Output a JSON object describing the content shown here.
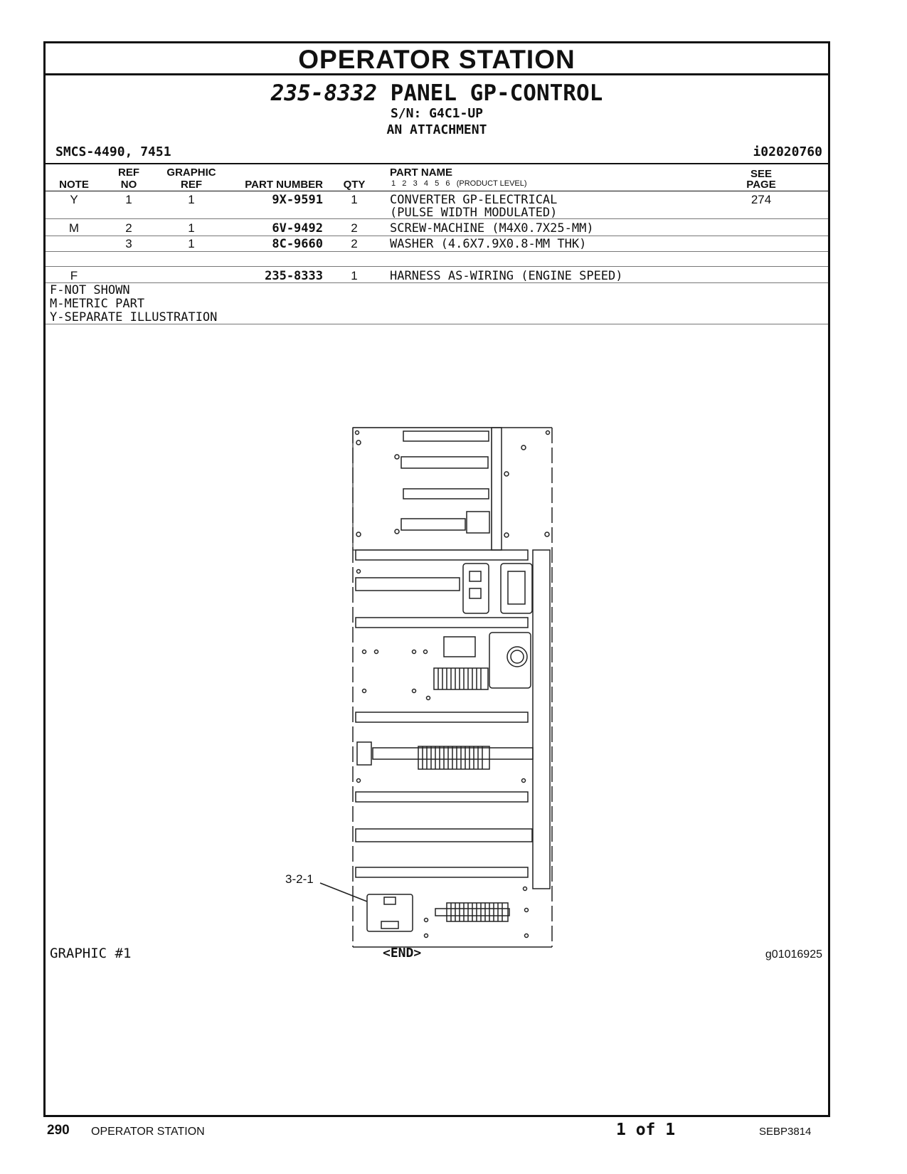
{
  "title": "OPERATOR STATION",
  "group": {
    "number": "235-8332",
    "name": "PANEL GP-CONTROL",
    "serial": "S/N: G4C1-UP",
    "type": "AN ATTACHMENT",
    "smcs": "SMCS-4490, 7451",
    "doc_id": "i02020760"
  },
  "table": {
    "headers": {
      "note": "NOTE",
      "ref_no_1": "REF",
      "ref_no_2": "NO",
      "graphic_ref_1": "GRAPHIC",
      "graphic_ref_2": "REF",
      "part_number": "PART NUMBER",
      "qty": "QTY",
      "part_name": "PART NAME",
      "product_level": "1   2   3   4   5   6   (PRODUCT LEVEL)",
      "see_page_1": "SEE",
      "see_page_2": "PAGE"
    },
    "rows": [
      {
        "note": "Y",
        "ref_no": "1",
        "graphic_ref": "1",
        "part_number": "9X-9591",
        "qty": "1",
        "name_1": "CONVERTER GP-ELECTRICAL",
        "name_2": "(PULSE WIDTH MODULATED)",
        "see_page": "274"
      },
      {
        "note": "M",
        "ref_no": "2",
        "graphic_ref": "1",
        "part_number": "6V-9492",
        "qty": "2",
        "name_1": "SCREW-MACHINE (M4X0.7X25-MM)",
        "name_2": "",
        "see_page": ""
      },
      {
        "note": "",
        "ref_no": "3",
        "graphic_ref": "1",
        "part_number": "8C-9660",
        "qty": "2",
        "name_1": "WASHER (4.6X7.9X0.8-MM THK)",
        "name_2": "",
        "see_page": ""
      },
      {
        "note": "F",
        "ref_no": "",
        "graphic_ref": "",
        "part_number": "235-8333",
        "qty": "1",
        "name_1": "HARNESS AS-WIRING (ENGINE SPEED)",
        "name_2": "",
        "see_page": ""
      }
    ]
  },
  "notes": [
    "F-NOT SHOWN",
    "M-METRIC PART",
    "Y-SEPARATE ILLUSTRATION"
  ],
  "graphic": {
    "label": "GRAPHIC #1",
    "callout": "3-2-1",
    "end_marker": "<END>",
    "graphic_id": "g01016925"
  },
  "footer": {
    "page_number": "290",
    "section": "OPERATOR STATION",
    "page_of": "1 of 1",
    "publication": "SEBP3814"
  }
}
